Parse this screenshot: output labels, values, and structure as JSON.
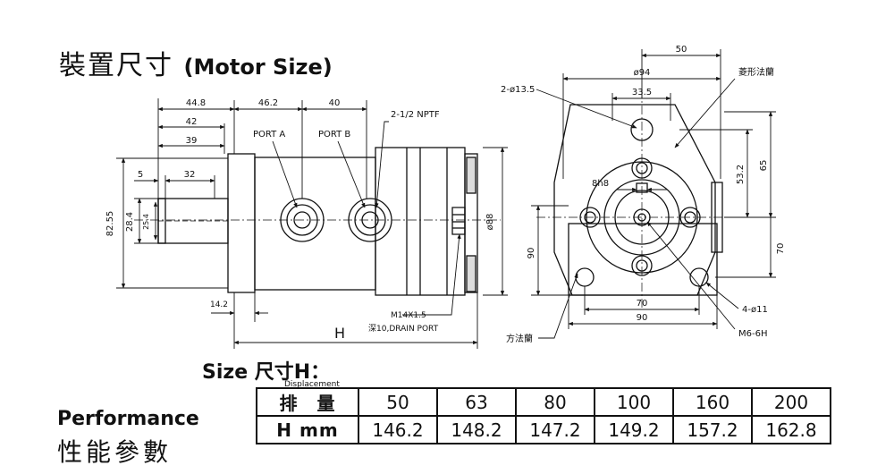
{
  "title": {
    "zh": "裝置尺寸",
    "en": "(Motor Size)"
  },
  "side_view": {
    "dims": {
      "d448": "44.8",
      "d42": "42",
      "d39": "39",
      "d5": "5",
      "d32": "32",
      "d462": "46.2",
      "d40": "40",
      "d8255": "82.55",
      "d284": "28.4",
      "d254": "25.4",
      "d142": "14.2",
      "d88": "ø88",
      "h": "H"
    },
    "labels": {
      "port_a": "PORT A",
      "port_b": "PORT B",
      "nptf": "2-1/2 NPTF",
      "drain1": "M14X1.5",
      "drain2": "深10,DRAIN PORT"
    }
  },
  "front_view": {
    "dims": {
      "d50": "50",
      "d94": "ø94",
      "d335": "33.5",
      "d8h8": "8h8",
      "d532": "53.2",
      "d65": "65",
      "d70v": "70",
      "d90v": "90",
      "d70h": "70",
      "d90h": "90"
    },
    "labels": {
      "holes2": "2-ø13.5",
      "diamond": "菱形法蘭",
      "holes4": "4-ø11",
      "m6": "M6-6H",
      "square": "方法蘭"
    }
  },
  "size_table_title": "Size 尺寸H：",
  "displacement_note": "Displacement",
  "performance": {
    "en": "Performance",
    "zh": "性能參數"
  },
  "table": {
    "row1_label": "排　量",
    "row2_label": "H mm",
    "displacement": [
      "50",
      "63",
      "80",
      "100",
      "160",
      "200"
    ],
    "h_mm": [
      "146.2",
      "148.2",
      "147.2",
      "149.2",
      "157.2",
      "162.8"
    ]
  }
}
